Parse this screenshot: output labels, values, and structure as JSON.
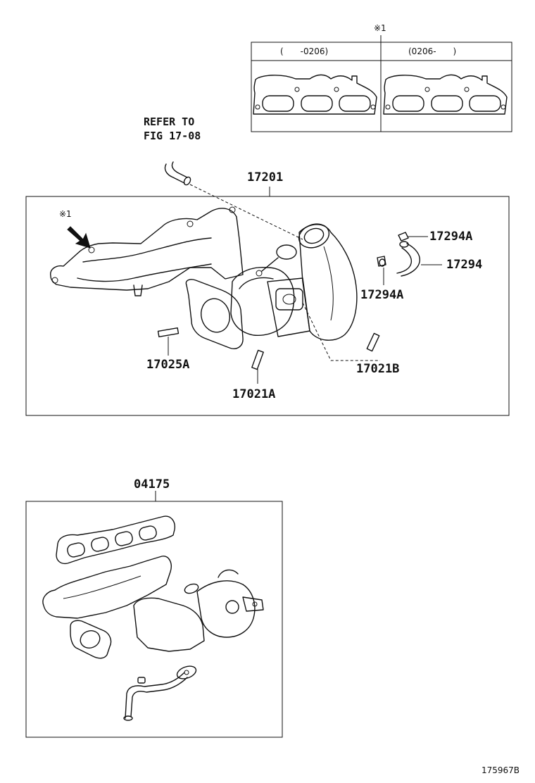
{
  "figure_number": "175967B",
  "note_marker": "※1",
  "refer": {
    "line1": "REFER TO",
    "line2": "FIG 17-08"
  },
  "variant_table": {
    "col1": "(　　-0206)",
    "col2": "(0206-　　)"
  },
  "labels": {
    "assembly": "17201",
    "clamp_top": "17294A",
    "hose": "17294",
    "clamp_bottom": "17294A",
    "stud_left": "17025A",
    "stud_right": "17021B",
    "stud_mid": "17021A",
    "gasket_kit": "04175"
  },
  "icons": {
    "pointer": "arrow-icon"
  }
}
